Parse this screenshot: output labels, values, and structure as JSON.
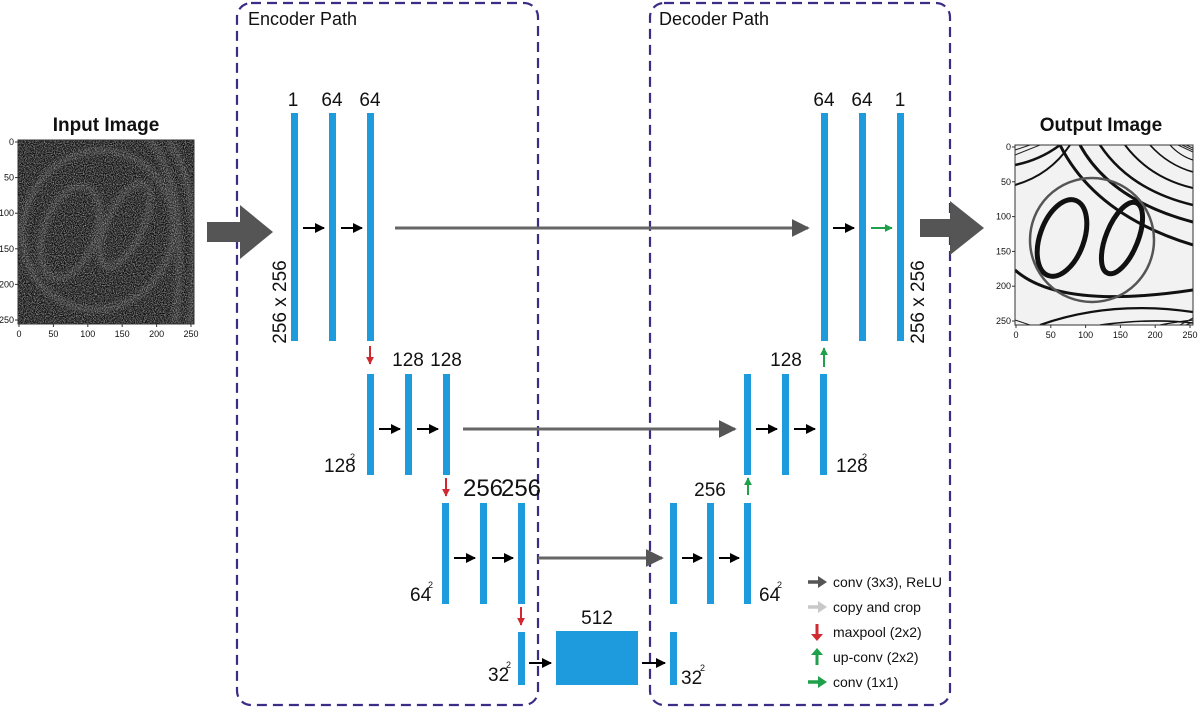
{
  "diagram": {
    "sections": {
      "encoder": "Encoder Path",
      "decoder": "Decoder Path"
    },
    "input": {
      "title": "Input Image",
      "x_ticks": [
        "0",
        "50",
        "100",
        "150",
        "200",
        "250"
      ],
      "y_ticks": [
        "0",
        "50",
        "100",
        "150",
        "200",
        "250"
      ]
    },
    "output": {
      "title": "Output Image",
      "x_ticks": [
        "0",
        "50",
        "100",
        "150",
        "200",
        "250"
      ],
      "y_ticks": [
        "0",
        "50",
        "100",
        "150",
        "200",
        "250"
      ]
    },
    "channel_labels": {
      "enc1_in": "1",
      "enc1_a": "64",
      "enc1_b": "64",
      "enc2_a": "128",
      "enc2_b": "128",
      "enc3_a": "256",
      "enc3_b": "256",
      "bottleneck": "512",
      "dec3": "256",
      "dec2": "128",
      "dec1_a": "64",
      "dec1_b": "64",
      "dec1_out": "1"
    },
    "size_labels": {
      "enc1": "256 x 256",
      "dec1": "256 x 256",
      "enc2": "128",
      "dec2": "128",
      "enc3": "64",
      "dec3": "64",
      "enc4": "32",
      "dec4": "32",
      "superscript": "2"
    },
    "legend": [
      {
        "label": "conv (3x3), ReLU",
        "type": "conv",
        "color": "#555555"
      },
      {
        "label": "copy and crop",
        "type": "copy",
        "color": "#c8c8c8"
      },
      {
        "label": "maxpool (2x2)",
        "type": "maxpool",
        "color": "#d02a30"
      },
      {
        "label": "up-conv (2x2)",
        "type": "upconv",
        "color": "#1fa04a"
      },
      {
        "label": "conv (1x1)",
        "type": "conv1x1",
        "color": "#1fa04a"
      }
    ],
    "colors": {
      "feature_map": "#1e9bdc",
      "border": "#3b2d86",
      "big_arrow": "#555555",
      "skip_arrow": "#666666"
    }
  }
}
